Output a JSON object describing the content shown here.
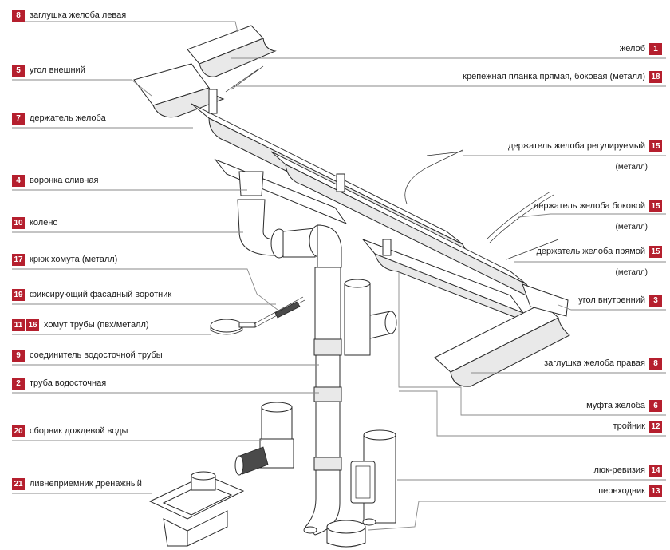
{
  "colors": {
    "badge": "#b51f2e",
    "leader_line": "#8a8a8a",
    "outline": "#2a2a2a"
  },
  "labels_left": [
    {
      "nums": [
        "8"
      ],
      "text": "заглушка желоба левая"
    },
    {
      "nums": [
        "5"
      ],
      "text": "угол внешний"
    },
    {
      "nums": [
        "7"
      ],
      "text": "держатель желоба"
    },
    {
      "nums": [
        "4"
      ],
      "text": "воронка сливная"
    },
    {
      "nums": [
        "10"
      ],
      "text": "колено"
    },
    {
      "nums": [
        "17"
      ],
      "text": "крюк хомута (металл)"
    },
    {
      "nums": [
        "19"
      ],
      "text": "фиксирующий фасадный воротник"
    },
    {
      "nums": [
        "11",
        "16"
      ],
      "text": "хомут трубы (пвх/металл)"
    },
    {
      "nums": [
        "9"
      ],
      "text": "соединитель водосточной трубы"
    },
    {
      "nums": [
        "2"
      ],
      "text": "труба водосточная"
    },
    {
      "nums": [
        "20"
      ],
      "text": "сборник дождевой воды"
    },
    {
      "nums": [
        "21"
      ],
      "text": "ливнеприемник дренажный"
    }
  ],
  "labels_right": [
    {
      "num": "1",
      "text": "желоб"
    },
    {
      "num": "18",
      "text": "крепежная планка прямая, боковая (металл)"
    },
    {
      "num": "15",
      "text": "держатель желоба регулируемый",
      "note": "(металл)"
    },
    {
      "num": "15",
      "text": "держатель желоба боковой",
      "note": "(металл)"
    },
    {
      "num": "15",
      "text": "держатель желоба прямой",
      "note": "(металл)"
    },
    {
      "num": "3",
      "text": "угол внутренний"
    },
    {
      "num": "8",
      "text": "заглушка желоба правая"
    },
    {
      "num": "6",
      "text": "муфта желоба"
    },
    {
      "num": "12",
      "text": "тройник"
    },
    {
      "num": "14",
      "text": "люк-ревизия"
    },
    {
      "num": "13",
      "text": "переходник"
    }
  ]
}
